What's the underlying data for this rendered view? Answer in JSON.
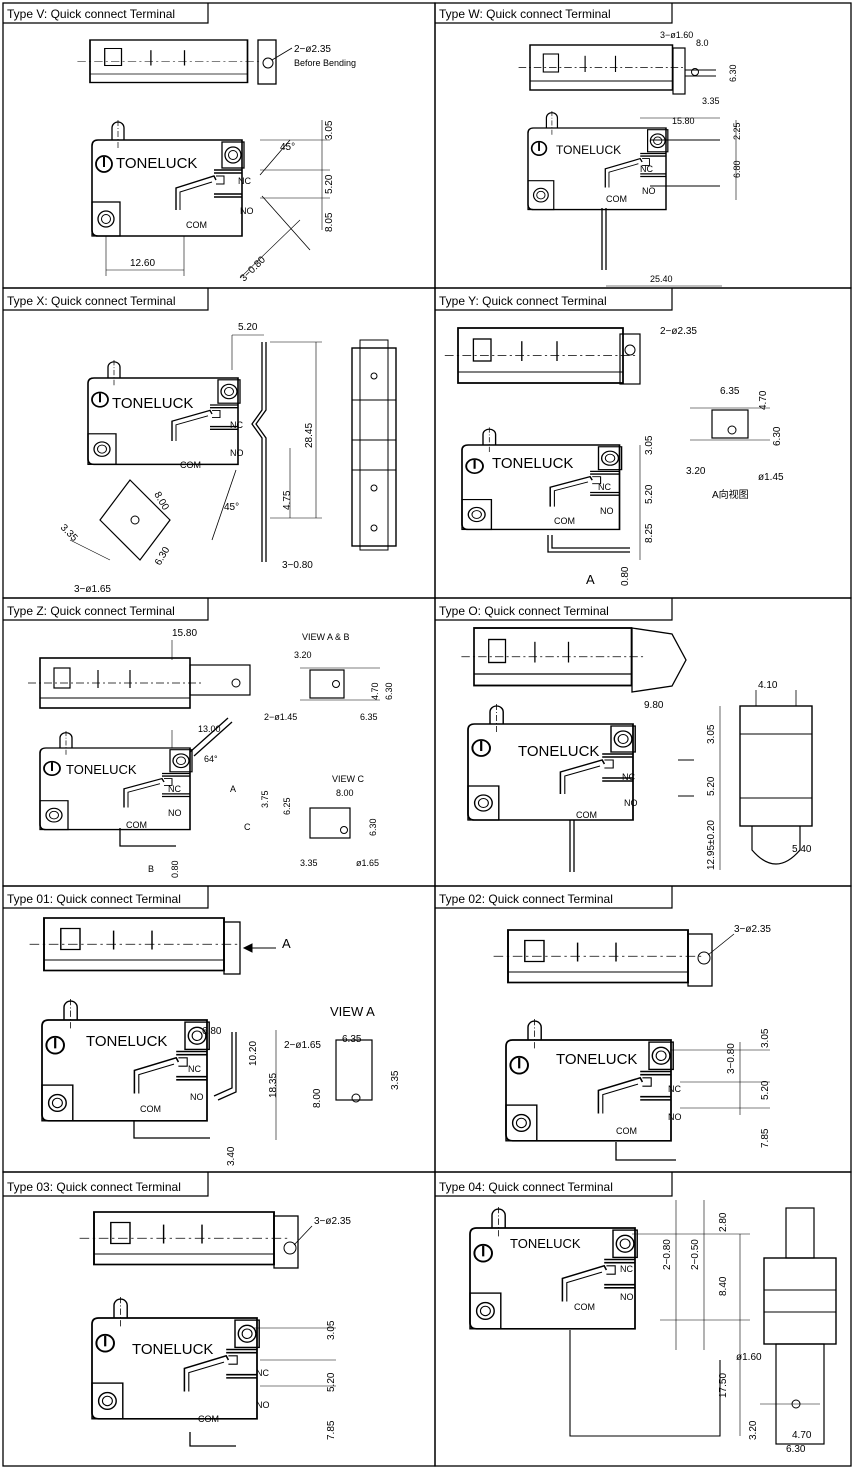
{
  "brand": "TONELUCK",
  "terminals": {
    "nc": "NC",
    "no": "NO",
    "com": "COM"
  },
  "panels": [
    {
      "title": "Type V: Quick connect Terminal",
      "dims": {
        "d1": "2−ø2.35",
        "note": "Before Bending",
        "angle": "45°",
        "v1": "3.05",
        "v2": "5.20",
        "v3": "8.05",
        "h1": "12.60",
        "t1": "3−0.80"
      }
    },
    {
      "title": "Type W: Quick connect Terminal",
      "dims": {
        "d1": "3−ø1.60",
        "h1": "8.0",
        "v1": "6.30",
        "h2": "3.35",
        "h3": "15.80",
        "v2": "2.25",
        "v3": "6.80",
        "h4": "25.40"
      }
    },
    {
      "title": "Type X: Quick connect Terminal",
      "dims": {
        "h1": "5.20",
        "v1": "28.45",
        "v2": "4.75",
        "angle": "45°",
        "t1": "3−0.80",
        "v3": "8.00",
        "v4": "3.35",
        "v5": "6.30",
        "d1": "3−ø1.65"
      }
    },
    {
      "title": "Type Y: Quick connect Terminal",
      "dims": {
        "d1": "2−ø2.35",
        "h1": "6.35",
        "v1": "4.70",
        "v2": "6.30",
        "h2": "3.20",
        "d2": "ø1.45",
        "view": "A向视图",
        "v3": "3.05",
        "v4": "5.20",
        "v5": "8.25",
        "v6": "0.80",
        "arrow": "A"
      }
    },
    {
      "title": "Type Z: Quick connect Terminal",
      "dims": {
        "h1": "15.80",
        "viewab": "VIEW A & B",
        "h2": "3.20",
        "v1": "4.70",
        "v2": "6.30",
        "d1": "2−ø1.45",
        "h3": "6.35",
        "h4": "13.00",
        "angle": "64°",
        "a": "A",
        "v3": "3.75",
        "v4": "6.25",
        "c": "C",
        "b": "B",
        "v5": "0.80",
        "viewc": "VIEW C",
        "h5": "8.00",
        "v6": "6.30",
        "h6": "3.35",
        "d2": "ø1.65"
      }
    },
    {
      "title": "Type O: Quick connect Terminal",
      "dims": {
        "h1": "9.80",
        "v1": "3.05",
        "v2": "5.20",
        "v3": "12.95±0.20",
        "h2": "4.10",
        "h3": "5.40"
      }
    },
    {
      "title": "Type 01: Quick connect Terminal",
      "dims": {
        "arrow": "A",
        "view": "VIEW A",
        "h1": "6.80",
        "v1": "10.20",
        "v2": "18.35",
        "v3": "3.40",
        "d1": "2−ø1.65",
        "h2": "6.35",
        "v4": "8.00",
        "v5": "3.35"
      }
    },
    {
      "title": "Type 02: Quick connect Terminal",
      "dims": {
        "d1": "3−ø2.35",
        "t1": "3−0.80",
        "v1": "3.05",
        "v2": "5.20",
        "v3": "7.85"
      }
    },
    {
      "title": "Type 03: Quick connect Terminal",
      "dims": {
        "d1": "3−ø2.35",
        "v1": "3.05",
        "v2": "5.20",
        "v3": "7.85"
      }
    },
    {
      "title": "Type 04: Quick connect Terminal",
      "dims": {
        "t1": "2−0.80",
        "t2": "2−0.50",
        "v1": "2.80",
        "v2": "8.40",
        "v3": "17.50",
        "d1": "ø1.60",
        "v4": "3.20",
        "h1": "4.70",
        "h2": "6.30"
      }
    }
  ]
}
